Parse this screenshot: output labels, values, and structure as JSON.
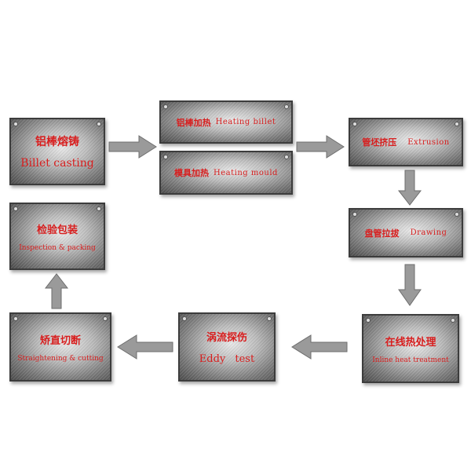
{
  "diagram": {
    "steps": {
      "billet_casting": {
        "zh": "铝棒熔铸",
        "en": "Billet casting"
      },
      "heating_billet": {
        "zh": "铝棒加热",
        "en": "Heating billet"
      },
      "heating_mould": {
        "zh": "模具加热",
        "en": "Heating mould"
      },
      "extrusion": {
        "zh": "管坯挤压",
        "en": "Extrusion"
      },
      "drawing": {
        "zh": "盘管拉拔",
        "en": "Drawing"
      },
      "inline_heat": {
        "zh": "在线热处理",
        "en": "Inline heat treatment"
      },
      "eddy_test": {
        "zh": "涡流探伤",
        "en": "Eddy test"
      },
      "straightening": {
        "zh": "矫直切断",
        "en": "Straightening & cutting"
      },
      "inspection": {
        "zh": "检验包装",
        "en": "Inspection & packing"
      }
    },
    "colors": {
      "text": "#d81e1e",
      "arrow": "#8c8c8c",
      "background": "#ffffff"
    }
  }
}
